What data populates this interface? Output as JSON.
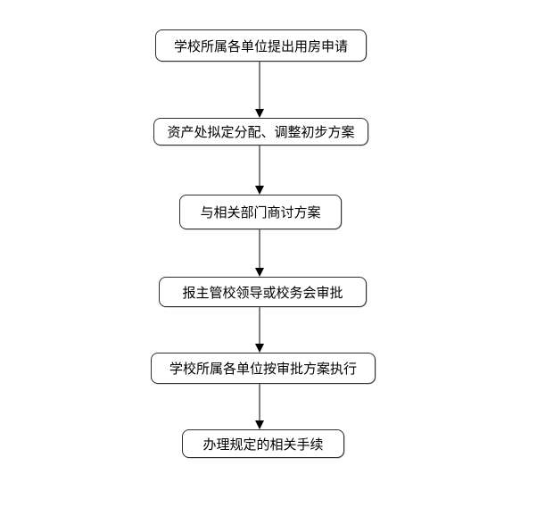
{
  "flowchart": {
    "type": "vertical-process-flow",
    "background_color": "#ffffff",
    "node_border_color": "#2f2f2f",
    "node_fill_color": "#ffffff",
    "text_color": "#000000",
    "connector_line_color": "#808080",
    "arrowhead_color": "#000000",
    "steps": [
      {
        "label": "学校所属各单位提出用房申请"
      },
      {
        "label": "资产处拟定分配、调整初步方案"
      },
      {
        "label": "与相关部门商讨方案"
      },
      {
        "label": "报主管校领导或校务会审批"
      },
      {
        "label": "学校所属各单位按审批方案执行"
      },
      {
        "label": "办理规定的相关手续"
      }
    ],
    "connections": [
      {
        "from": 0,
        "to": 1
      },
      {
        "from": 1,
        "to": 2
      },
      {
        "from": 2,
        "to": 3
      },
      {
        "from": 3,
        "to": 4
      },
      {
        "from": 4,
        "to": 5
      }
    ]
  }
}
